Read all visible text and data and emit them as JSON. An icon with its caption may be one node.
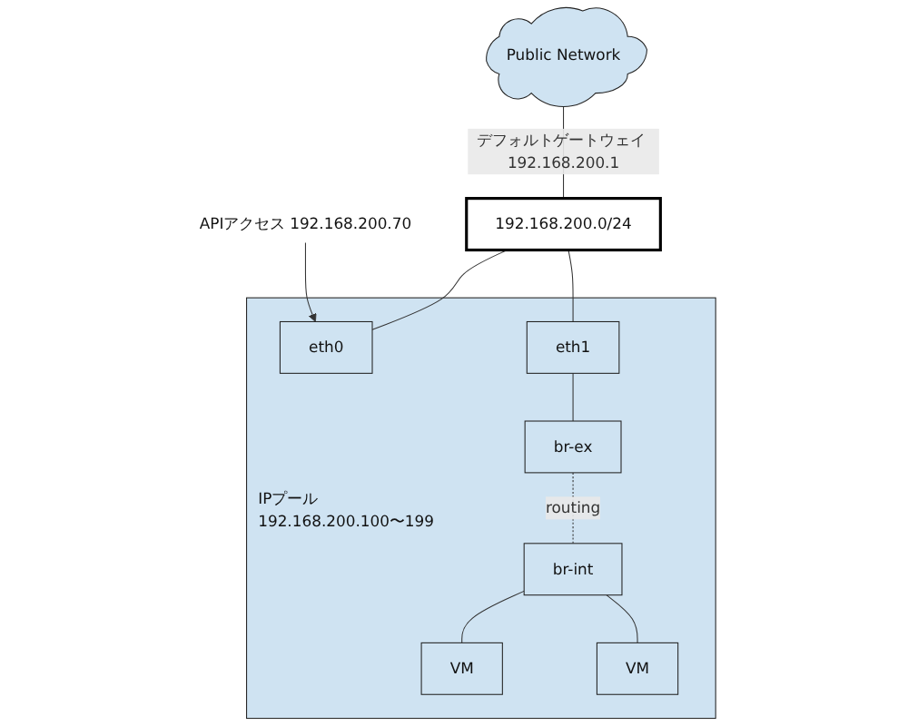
{
  "diagram": {
    "nodes": [
      {
        "text": [
          "Public Network"
        ]
      },
      {
        "text": [
          "192.168.200.0/24"
        ]
      },
      {
        "text": [
          "APIアクセス 192.168.200.70"
        ]
      },
      {
        "text": [
          "IPプール 192.168.200.100〜199"
        ]
      },
      {
        "text": [
          "eth0"
        ],
        "in": 3
      },
      {
        "text": [
          "eth1"
        ],
        "in": 3
      },
      {
        "text": [
          "br-ex"
        ],
        "in": 3
      },
      {
        "text": [
          "br-int"
        ],
        "in": 3
      },
      {
        "text": [
          "VM"
        ],
        "in": 3
      },
      {
        "text": [
          "VM"
        ],
        "in": 3
      }
    ],
    "edges": [
      {
        "from": 0,
        "to": 1,
        "arrow": "none",
        "label": "デフォルトゲートウェイ 192.168.200.1"
      },
      {
        "from": 1,
        "to": 4,
        "arrow": "none"
      },
      {
        "from": 1,
        "to": 5,
        "arrow": "none"
      },
      {
        "from": 2,
        "to": 4,
        "arrow": "to"
      },
      {
        "from": 5,
        "to": 6,
        "arrow": "none"
      },
      {
        "from": 6,
        "to": 7,
        "arrow": "none",
        "label": "routing",
        "style": "dashed"
      },
      {
        "from": 7,
        "to": 8,
        "arrow": "none"
      },
      {
        "from": 7,
        "to": 9,
        "arrow": "none"
      }
    ]
  }
}
